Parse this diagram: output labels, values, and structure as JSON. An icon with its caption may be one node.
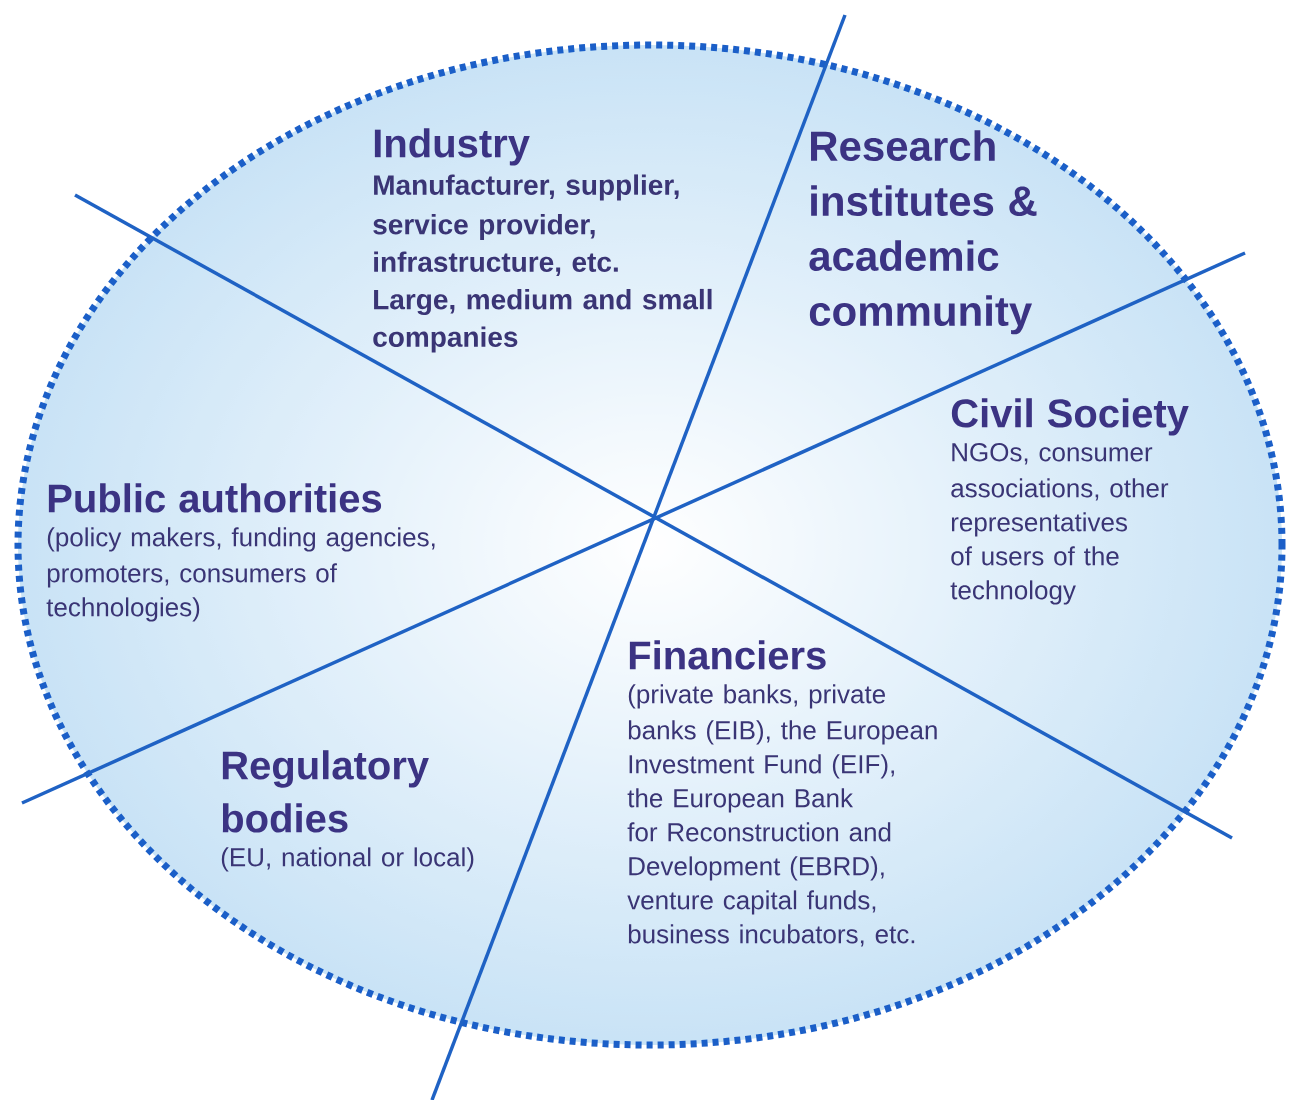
{
  "diagram": {
    "nodes": [
      {
        "text": [],
        "shape": "ellipse"
      },
      {
        "text": [
          "Industry",
          "Manufacturer, supplier, service provider, infrastructure, etc. Large, medium and small companies"
        ],
        "in": 0
      },
      {
        "text": [
          "Research institutes & academic community"
        ],
        "in": 0
      },
      {
        "text": [
          "Public authorities",
          "(policy makers, funding agencies, promoters, consumers of technologies)"
        ],
        "in": 0
      },
      {
        "text": [
          "Civil Society",
          "NGOs, consumer associations, other representatives of users of the technology"
        ],
        "in": 0
      },
      {
        "text": [
          "Regulatory bodies",
          "(EU, national or local)"
        ],
        "in": 0
      },
      {
        "text": [
          "Financiers",
          "(private banks, private banks (EIB), the European Investment Fund (EIF), the European Bank for Reconstruction and Development (EBRD), venture capital funds, business incubators, etc."
        ],
        "in": 0
      }
    ]
  }
}
